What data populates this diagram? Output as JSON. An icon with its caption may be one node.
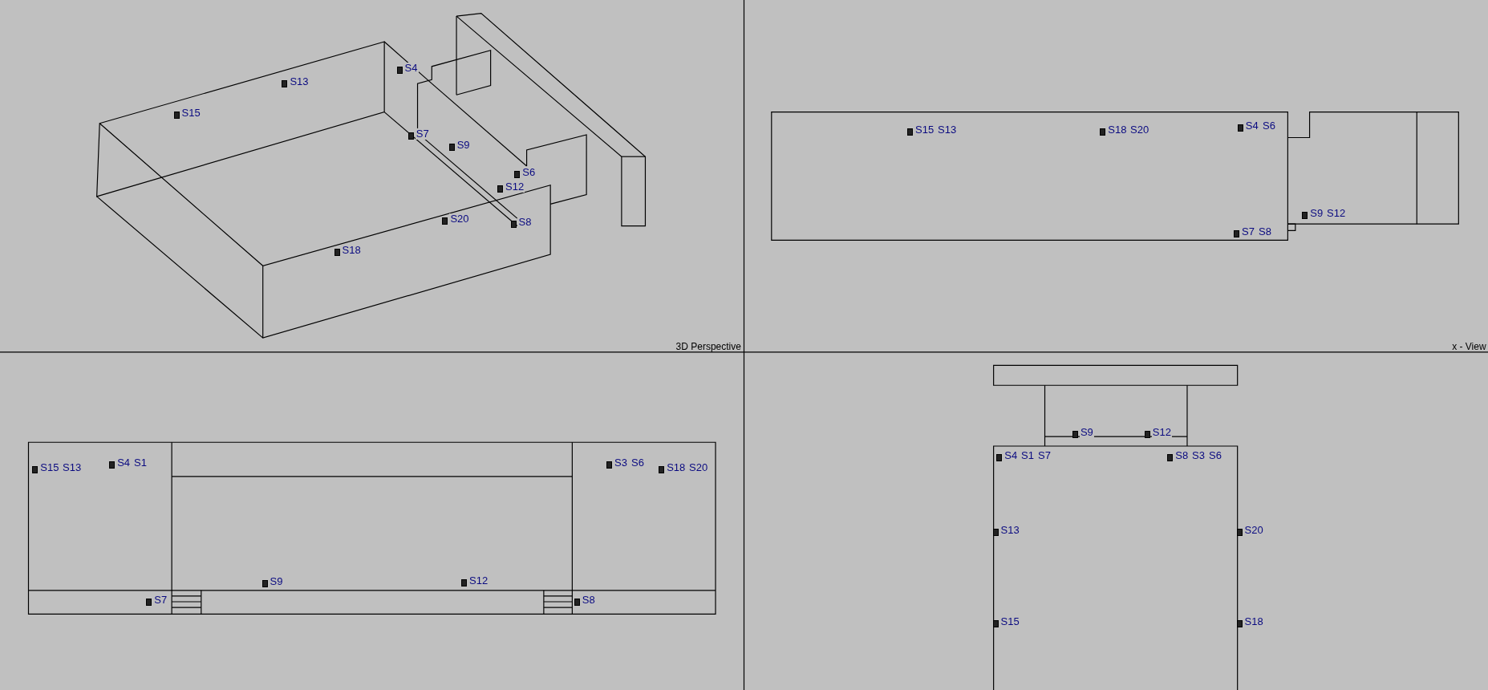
{
  "diagram": {
    "labels": [
      "S4",
      "S13",
      "S15",
      "S7",
      "S9",
      "S6",
      "S12",
      "S20",
      "S8",
      "S18",
      "3D Perspective",
      "S15",
      "S13",
      "S18",
      "S20",
      "S4",
      "S6",
      "S9",
      "S12",
      "S7",
      "S8",
      "x - View",
      "S15",
      "S13",
      "S4",
      "S1",
      "S3",
      "S6",
      "S18",
      "S20",
      "S9",
      "S12",
      "S7",
      "S8",
      "S9",
      "S12",
      "S4",
      "S1",
      "S7",
      "S8",
      "S3",
      "S6",
      "S13",
      "S20",
      "S15",
      "S18"
    ]
  }
}
